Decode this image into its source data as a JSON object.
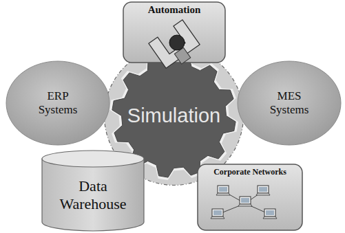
{
  "diagram": {
    "nodes": [
      {
        "text": [
          "Automation"
        ]
      },
      {
        "text": [
          "ERP Systems"
        ]
      },
      {
        "text": [
          "Simulation"
        ]
      },
      {
        "text": [
          "MES Systems"
        ]
      },
      {
        "text": [
          "Data Warehouse"
        ]
      },
      {
        "text": [
          "Corporate Networks"
        ]
      }
    ]
  }
}
